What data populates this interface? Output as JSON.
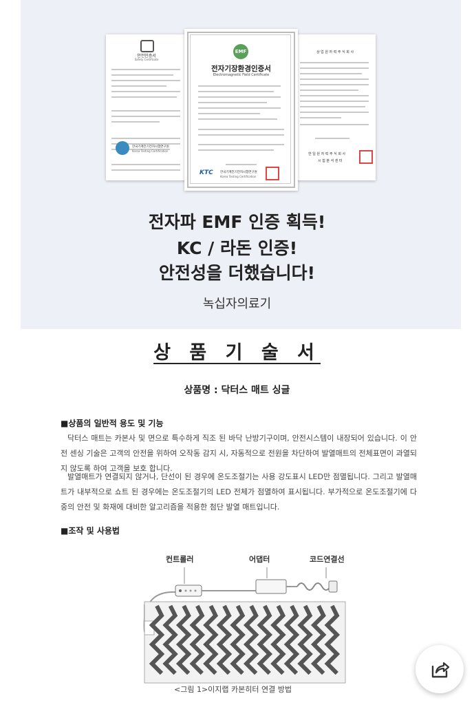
{
  "hero": {
    "headline_lines": [
      "전자파  EMF 인증 획득!",
      "KC / 라돈 인증!",
      "안전성을 더했습니다!"
    ],
    "subtitle": "녹십자의료기",
    "certificates": {
      "left": {
        "title": "안전인증서",
        "subtitle": "Safety Certificate",
        "issuer": "한국기계전기전자시험연구원",
        "issuer_en": "Korea Testing Certification"
      },
      "center": {
        "title": "전자기장환경인증서",
        "subtitle": "Electromagnetic Field Certificate",
        "logo": "EMF",
        "issuer_logo": "KTC",
        "issuer": "한국기계전기전자시험연구원",
        "issuer_en": "Korea Testing Certification"
      },
      "right": {
        "title": "상 업 원 자 력 주 식 회 사",
        "issuer": "한 일 원 자 력 주 식 회 사",
        "dept": "시 험 분 석 센 터"
      }
    }
  },
  "spec": {
    "title": "상 품 기 술 서",
    "product_name": "상품명 : 닥터스 매트 싱글",
    "sections": [
      {
        "heading": "■상품의  일반적  용도  및  기능",
        "paragraphs": [
          "닥터스 매트는 카본사 및 면으로 특수하게 직조 된 바닥 난방기구이며, 안전시스템이 내장되어 있습니다.  이 안전 센싱 기술은 고객의 안전을 위하여 오작동 감지 시, 자동적으로 전원을 차단하여 발열매트의 전체표면이 과열되지 않도록 하여 고객을 보호 합니다.",
          "발열매트가 연결되지 않거나, 단선이 된 경우에 온도조절기는 사용 강도표시 LED만 점멸됩니다. 그리고 발열매트가 내부적으로 쇼트 된 경우에는  온도조절기의 LED 전체가 점멸하여 표시됩니다. 부가적으로 온도조절기에 다중의 안전 및 화재에 대비한 알고리즘을 적용한 첨단 발열 매트입니다."
        ]
      },
      {
        "heading": "■조작 및 사용법"
      }
    ],
    "diagram": {
      "labels": [
        "컨트롤러",
        "어댑터",
        "코드연결선"
      ],
      "caption": "<그림 1>이지랩 카본히터 연결 방법"
    }
  },
  "share_icon": "share-icon"
}
